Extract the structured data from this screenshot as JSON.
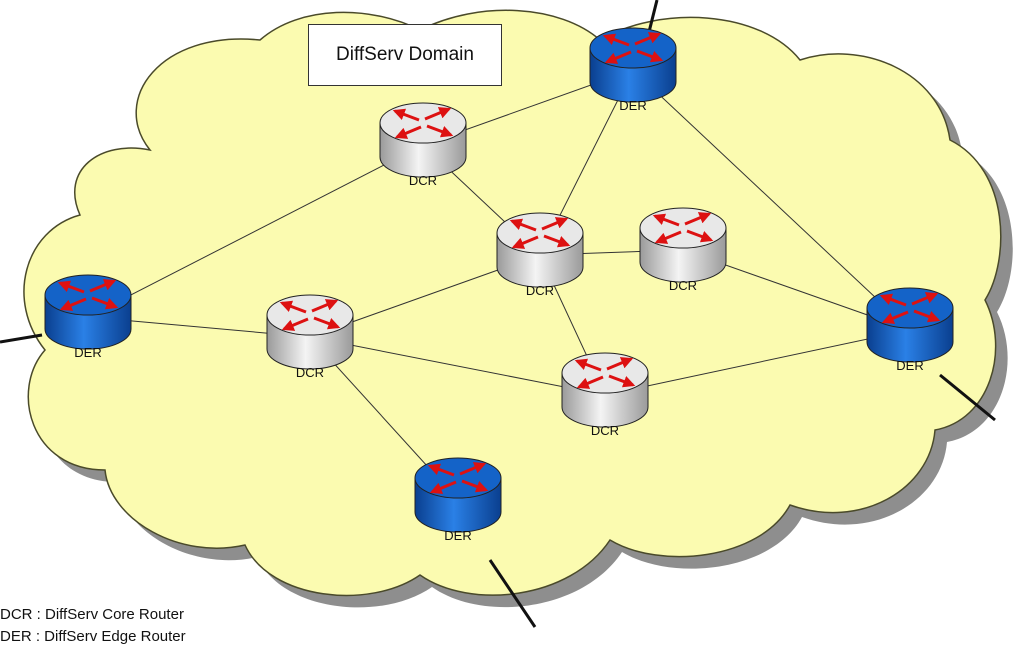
{
  "title": "DiffServ Domain",
  "colors": {
    "cloud_fill": "#fbfbb0",
    "cloud_stroke": "#4a4a2a",
    "edge_router_fill": "#1463c8",
    "core_router_fill": "#e8e8e8",
    "arrow_red": "#dd1111"
  },
  "nodes": [
    {
      "id": "der_top",
      "type": "edge",
      "label": "DER"
    },
    {
      "id": "dcr_top",
      "type": "core",
      "label": "DCR"
    },
    {
      "id": "dcr_center",
      "type": "core",
      "label": "DCR"
    },
    {
      "id": "dcr_right",
      "type": "core",
      "label": "DCR"
    },
    {
      "id": "der_left",
      "type": "edge",
      "label": "DER"
    },
    {
      "id": "dcr_left",
      "type": "core",
      "label": "DCR"
    },
    {
      "id": "dcr_bottom",
      "type": "core",
      "label": "DCR"
    },
    {
      "id": "der_right",
      "type": "edge",
      "label": "DER"
    },
    {
      "id": "der_bottom",
      "type": "edge",
      "label": "DER"
    }
  ],
  "links": [
    [
      "der_top",
      "dcr_top"
    ],
    [
      "der_top",
      "dcr_center"
    ],
    [
      "der_top",
      "der_right"
    ],
    [
      "dcr_top",
      "der_left"
    ],
    [
      "dcr_top",
      "dcr_center"
    ],
    [
      "dcr_center",
      "dcr_right"
    ],
    [
      "dcr_center",
      "dcr_left"
    ],
    [
      "dcr_center",
      "dcr_bottom"
    ],
    [
      "dcr_right",
      "der_right"
    ],
    [
      "der_left",
      "dcr_left"
    ],
    [
      "dcr_left",
      "dcr_bottom"
    ],
    [
      "dcr_left",
      "der_bottom"
    ],
    [
      "dcr_bottom",
      "der_right"
    ]
  ],
  "legend": [
    "DCR : DiffServ Core Router",
    "DER : DiffServ Edge Router"
  ]
}
